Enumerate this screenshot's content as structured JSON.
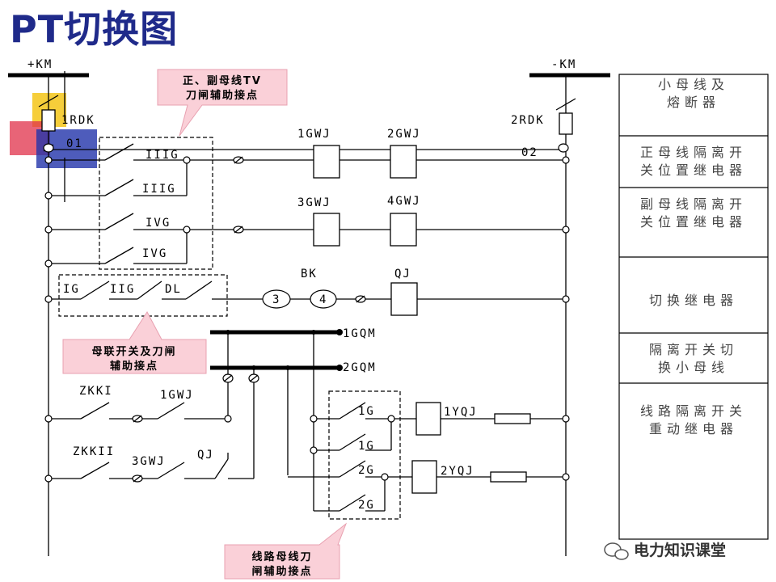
{
  "title": "PT切换图",
  "bus": {
    "pos": "+KM",
    "neg": "-KM"
  },
  "fuses": {
    "left": "1RDK",
    "right": "2RDK"
  },
  "nodes": {
    "n01": "01",
    "n02": "02"
  },
  "contacts": {
    "r1a": "IIIG",
    "r2a": "IIIG",
    "r3a": "IVG",
    "r4a": "IVG",
    "r5a": "IG",
    "r5b": "IIG",
    "r5c": "DL",
    "r8a": "ZKKI",
    "r8b": "1GWJ",
    "r9a": "ZKKII",
    "r9b": "3GWJ",
    "r9c": "QJ",
    "k1": "1G",
    "k2": "1G",
    "k3": "2G",
    "k4": "2G"
  },
  "coils": {
    "c1": "1GWJ",
    "c2": "2GWJ",
    "c3": "3GWJ",
    "c4": "4GWJ",
    "bk": "BK",
    "qj": "QJ",
    "y1": "1YQJ",
    "y2": "2YQJ"
  },
  "meters": {
    "m3": "3",
    "m4": "4"
  },
  "small_buses": {
    "b1": "1GQM",
    "b2": "2GQM"
  },
  "callouts": {
    "top": [
      "正、副母线TV",
      "刀闸辅助接点"
    ],
    "mid": [
      "母联开关及刀闸",
      "辅助接点"
    ],
    "bot": [
      "线路母线刀",
      "闸辅助接点"
    ]
  },
  "legend": [
    [
      "小母线及",
      "熔断器"
    ],
    [
      "正母线隔离开",
      "关位置继电器"
    ],
    [
      "副母线隔离开",
      "关位置继电器"
    ],
    [
      "切换继电器"
    ],
    [
      "隔离开关切",
      "换小母线"
    ],
    [
      "线路隔离开关",
      "重动继电器"
    ]
  ],
  "watermark": "电力知识课堂",
  "colors": {
    "title": "#1f2a8a",
    "callout_fill": "#fad0d8",
    "accent_yellow": "#f5c518",
    "accent_red": "#e0304a",
    "accent_blue": "#2233aa"
  }
}
